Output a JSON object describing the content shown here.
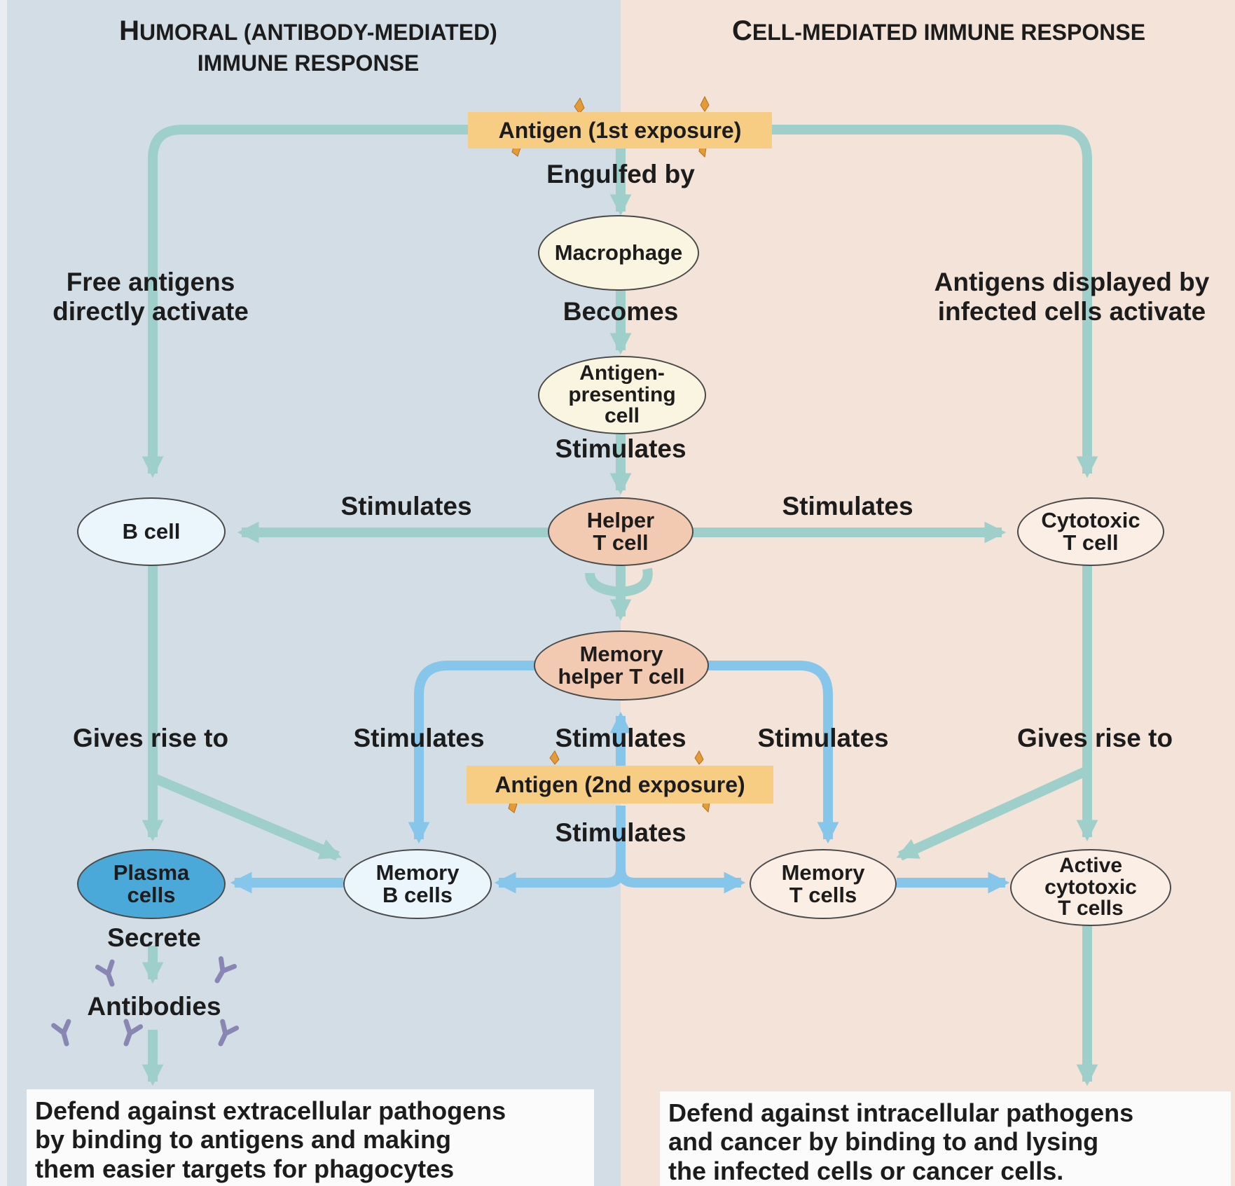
{
  "titles": {
    "humoral": {
      "line1_initial": "H",
      "line1_rest": "UMORAL (ANTIBODY-MEDIATED)",
      "line2": "IMMUNE RESPONSE"
    },
    "cell_mediated": {
      "initial": "C",
      "rest": "ELL-MEDIATED IMMUNE RESPONSE"
    }
  },
  "antigen_boxes": {
    "first": "Antigen (1st exposure)",
    "second": "Antigen (2nd exposure)"
  },
  "cells": {
    "macrophage": [
      "Macrophage"
    ],
    "apc": [
      "Antigen-",
      "presenting",
      "cell"
    ],
    "helper_t": [
      "Helper",
      "T cell"
    ],
    "b_cell": [
      "B cell"
    ],
    "cytotoxic_t": [
      "Cytotoxic",
      "T cell"
    ],
    "memory_helper_t": [
      "Memory",
      "helper T cell"
    ],
    "plasma": [
      "Plasma",
      "cells"
    ],
    "memory_b": [
      "Memory",
      "B cells"
    ],
    "memory_t": [
      "Memory",
      "T cells"
    ],
    "active_cytotoxic": [
      "Active",
      "cytotoxic",
      "T cells"
    ]
  },
  "labels": {
    "engulfed_by": "Engulfed by",
    "becomes": "Becomes",
    "stimulates_apc": "Stimulates",
    "free_antigens": [
      "Free antigens",
      "directly activate"
    ],
    "antigens_displayed": [
      "Antigens displayed by",
      "infected cells activate"
    ],
    "stimulates_left": "Stimulates",
    "stimulates_right": "Stimulates",
    "gives_rise_left": "Gives rise to",
    "gives_rise_right": "Gives rise to",
    "stimulates_mid_left": "Stimulates",
    "stimulates_mid": "Stimulates",
    "stimulates_mid_right": "Stimulates",
    "stimulates_second": "Stimulates",
    "secrete": "Secrete",
    "antibodies": "Antibodies"
  },
  "outcomes": {
    "humoral": [
      "Defend against extracellular pathogens",
      "by binding to antigens and making",
      "them easier targets for phagocytes"
    ],
    "cell_mediated": [
      "Defend against intracellular pathogens",
      "and cancer by binding to and lysing",
      "the infected cells or cancer cells."
    ]
  },
  "colors": {
    "humoral_bg": "#d3dde6",
    "cell_mediated_bg": "#f3e3d8",
    "primary_arrow": "#9fcfca",
    "secondary_arrow": "#86c6ea",
    "antigen_box": "#f7cd84",
    "plasma_cell": "#4aa9d8",
    "antibody": "#8a86b4"
  }
}
